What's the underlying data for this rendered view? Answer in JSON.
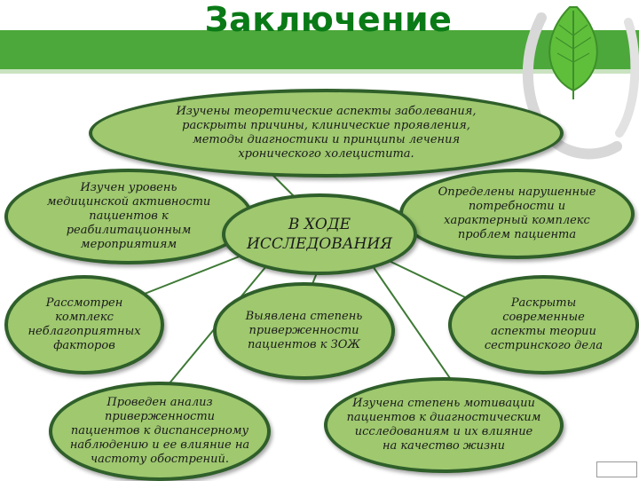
{
  "title": "Заключение",
  "colors": {
    "band": "#4ca83a",
    "title": "#0a7a16",
    "node_fill": "#9fc86f",
    "node_border": "#2f5f2a",
    "connector": "#3e7a35",
    "leaf": "#5fbf3b"
  },
  "icons": {
    "hands_leaf": "hands-holding-leaf-icon"
  },
  "diagram": {
    "center": "В ХОДЕ ИССЛЕДОВАНИЯ",
    "nodes": {
      "top": "Изучены теоретические аспекты заболевания, раскрыты причины, клинические проявления, методы диагностики и принципы лечения хронического холецистита.",
      "left1": "Изучен уровень медицинской активности пациентов к реабилитационным мероприятиям",
      "right1": "Определены нарушенные потребности и характерный комплекс проблем пациента",
      "left2": "Рассмотрен комплекс неблагоприятных факторов",
      "middle": "Выявлена степень приверженности пациентов к ЗОЖ",
      "right2": "Раскрыты современные аспекты теории сестринского дела",
      "bottom_left": "Проведен анализ приверженности пациентов к диспансерному наблюдению и ее влияние на частоту обострений.",
      "bottom_right": "Изучена степень мотивации пациентов к диагностическим исследованиям и их влияние на качество жизни"
    }
  }
}
